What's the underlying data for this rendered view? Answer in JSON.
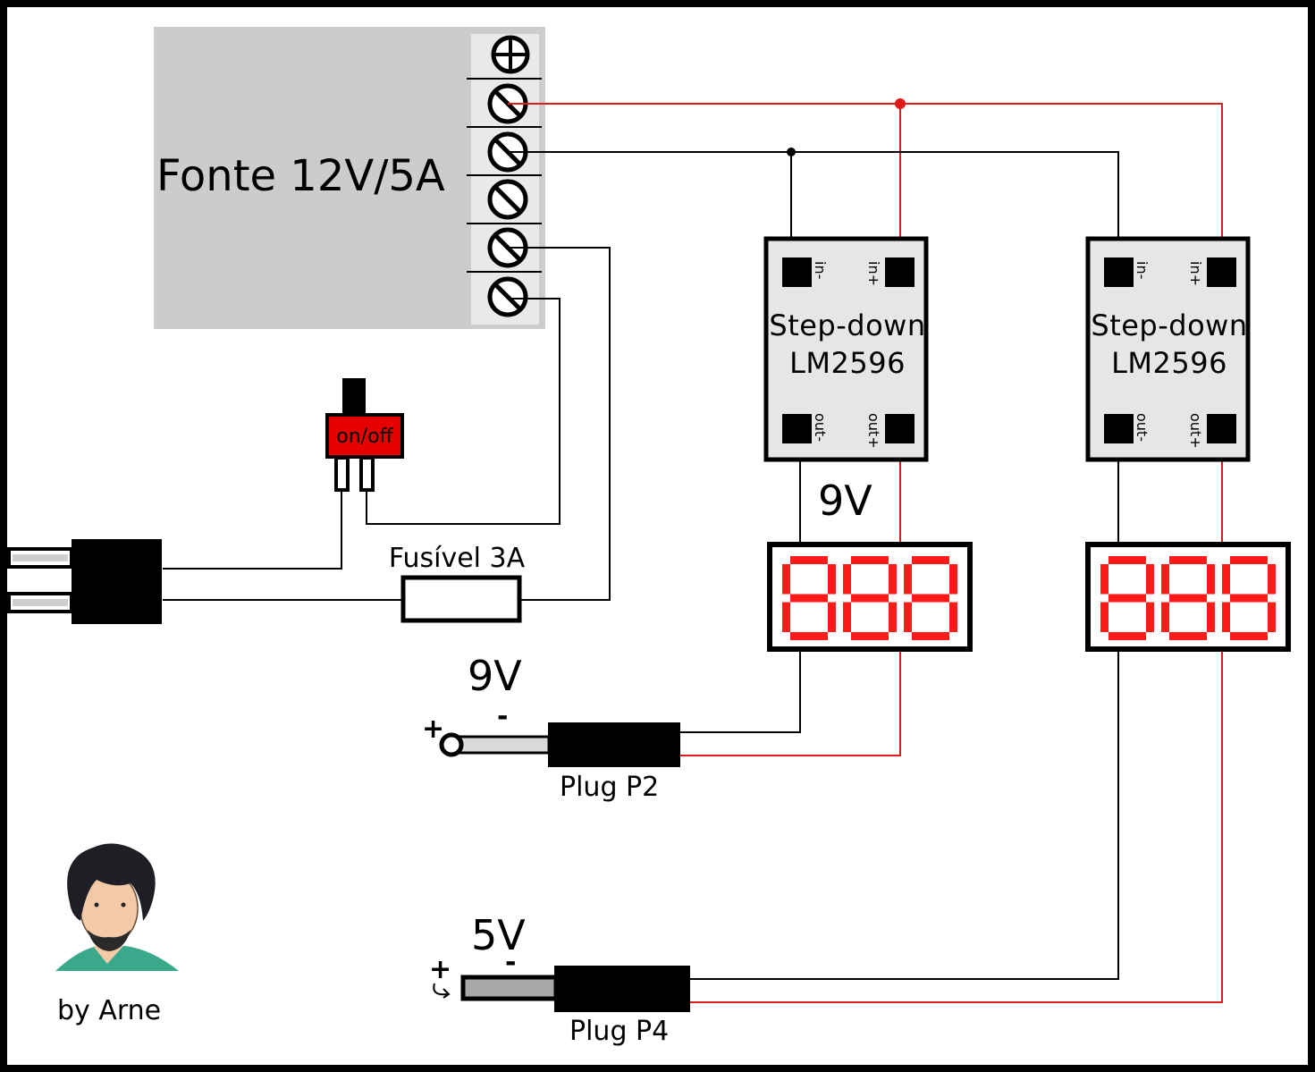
{
  "title": "Fonte 12V/5A",
  "modules": [
    {
      "name_line1": "Step-down",
      "name_line2": "LM2596",
      "pins": {
        "in_minus": "in-",
        "in_plus": "in+",
        "out_minus": "out-",
        "out_plus": "out+"
      }
    },
    {
      "name_line1": "Step-down",
      "name_line2": "LM2596",
      "pins": {
        "in_minus": "in-",
        "in_plus": "in+",
        "out_minus": "out-",
        "out_plus": "out+"
      }
    }
  ],
  "voltage_9v_module": "9V",
  "voltage_9v_plug": "9V",
  "voltage_5v_plug": "5V",
  "displays": [
    "888",
    "888"
  ],
  "switch_label": "on/off",
  "fuse_label": "Fusível 3A",
  "plug_p2": {
    "label": "Plug P2",
    "plus": "+",
    "minus": "-"
  },
  "plug_p4": {
    "label": "Plug P4",
    "plus": "+",
    "minus": "-"
  },
  "author": "by Arne",
  "colors": {
    "wire_positive": "#e01b1b",
    "wire_negative": "#000000",
    "display_segments": "#ff1a1a",
    "switch_body": "#e60000",
    "psu_body": "#cccccc"
  }
}
